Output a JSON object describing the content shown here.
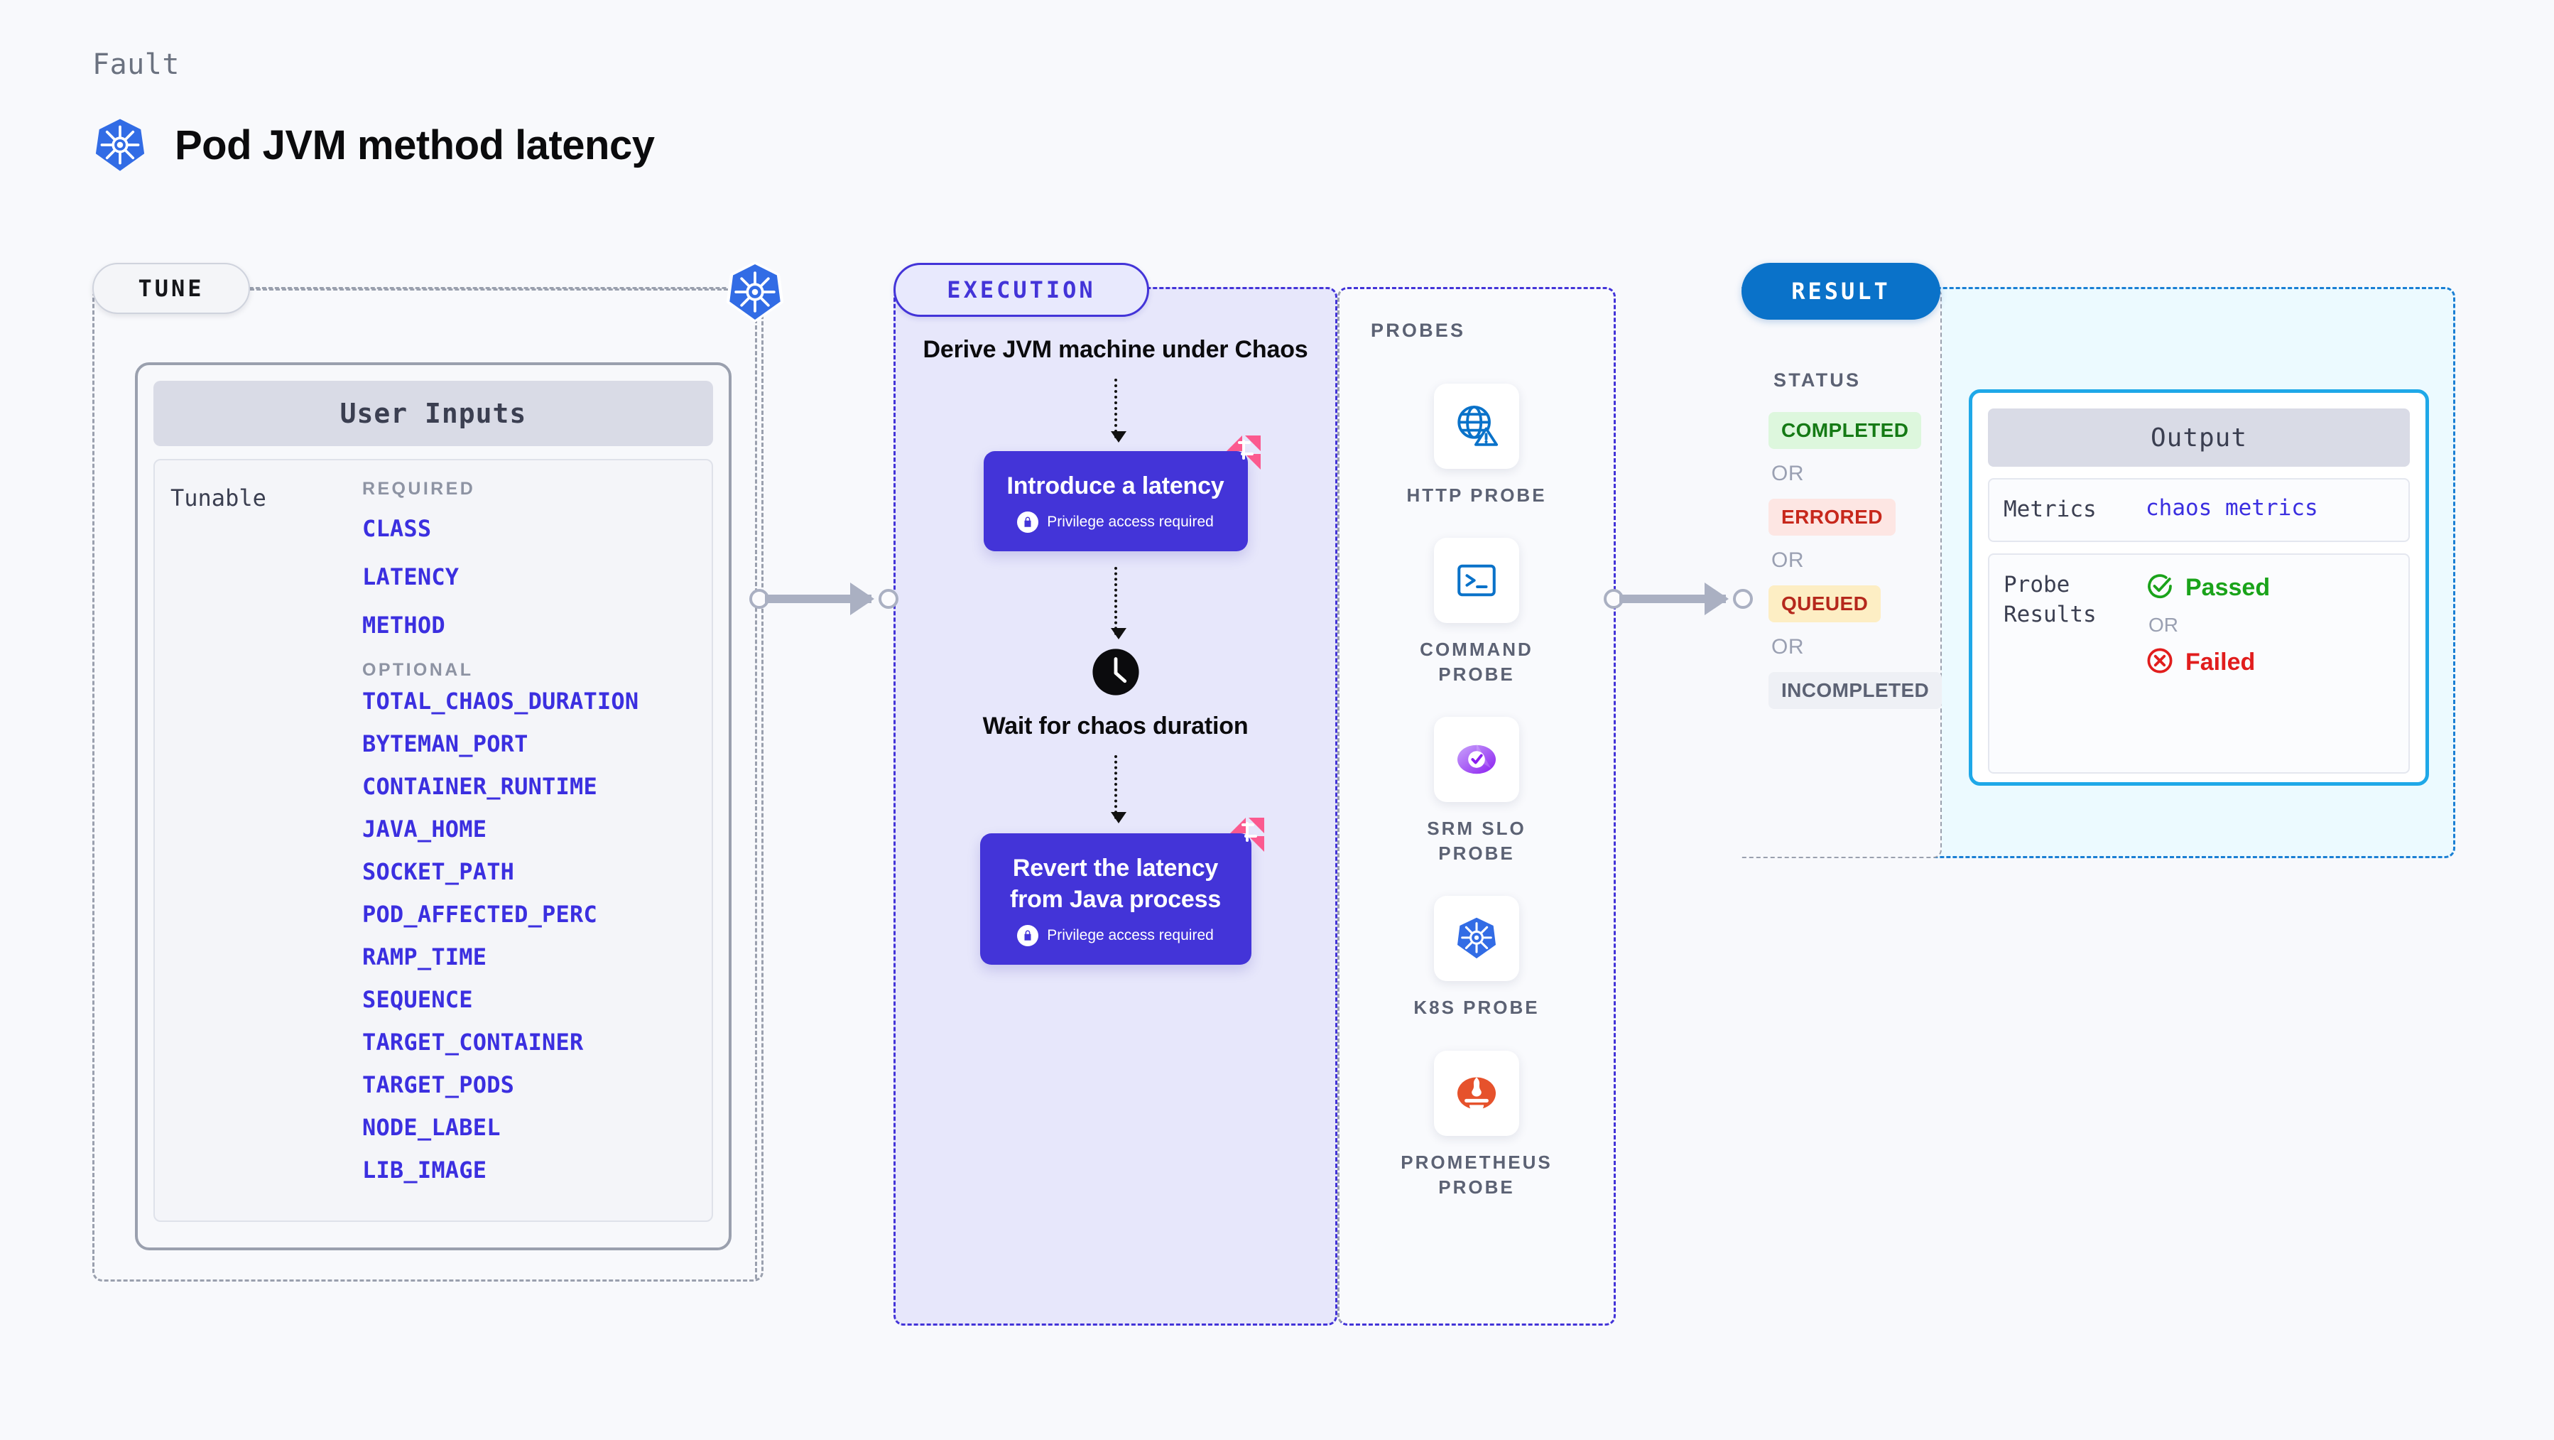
{
  "header": {
    "kicker": "Fault",
    "title": "Pod JVM method latency",
    "icon": "kubernetes-icon"
  },
  "tune": {
    "pill_label": "TUNE",
    "badge_icon": "kubernetes-icon",
    "user_inputs": {
      "card_title": "User Inputs",
      "row_label": "Tunable",
      "required_label": "REQUIRED",
      "required": [
        "CLASS",
        "LATENCY",
        "METHOD"
      ],
      "optional_label": "OPTIONAL",
      "optional": [
        "TOTAL_CHAOS_DURATION",
        "BYTEMAN_PORT",
        "CONTAINER_RUNTIME",
        "JAVA_HOME",
        "SOCKET_PATH",
        "POD_AFFECTED_PERC",
        "RAMP_TIME",
        "SEQUENCE",
        "TARGET_CONTAINER",
        "TARGET_PODS",
        "NODE_LABEL",
        "LIB_IMAGE"
      ]
    }
  },
  "execution": {
    "pill_label": "EXECUTION",
    "step_1": "Derive JVM machine under Chaos",
    "card_1": {
      "title": "Introduce a latency",
      "privilege": "Privilege access required",
      "privilege_icon": "lock-icon",
      "corner_icon": "harness-icon"
    },
    "step_2": "Wait for chaos duration",
    "step_2_icon": "clock-icon",
    "card_2": {
      "title": "Revert the latency from Java process",
      "privilege": "Privilege access required",
      "privilege_icon": "lock-icon",
      "corner_icon": "harness-icon"
    }
  },
  "probes": {
    "label": "PROBES",
    "items": [
      {
        "name": "HTTP PROBE",
        "icon": "globe-warning-icon"
      },
      {
        "name": "COMMAND PROBE",
        "icon": "terminal-icon"
      },
      {
        "name": "SRM SLO PROBE",
        "icon": "srm-slo-icon"
      },
      {
        "name": "K8S PROBE",
        "icon": "kubernetes-icon"
      },
      {
        "name": "PROMETHEUS PROBE",
        "icon": "prometheus-icon"
      }
    ]
  },
  "result": {
    "pill_label": "RESULT",
    "status_label": "STATUS",
    "or_label": "OR",
    "statuses": [
      {
        "label": "COMPLETED",
        "color": "#157a15"
      },
      {
        "label": "ERRORED",
        "color": "#c7281c"
      },
      {
        "label": "QUEUED",
        "color": "#b5281c"
      },
      {
        "label": "INCOMPLETED",
        "color": "#5c6274"
      }
    ],
    "output": {
      "card_title": "Output",
      "metrics_key": "Metrics",
      "metrics_value": "chaos metrics",
      "probe_results_key": "Probe Results",
      "passed_label": "Passed",
      "passed_icon": "check-circle-icon",
      "or_label": "OR",
      "failed_label": "Failed",
      "failed_icon": "x-circle-icon"
    }
  },
  "colors": {
    "accent_purple": "#4334d8",
    "accent_blue": "#0a72c9",
    "accent_cyan": "#1fa8e8",
    "harness_pink": "#fb5a8f",
    "k8s_blue": "#326ce5"
  }
}
